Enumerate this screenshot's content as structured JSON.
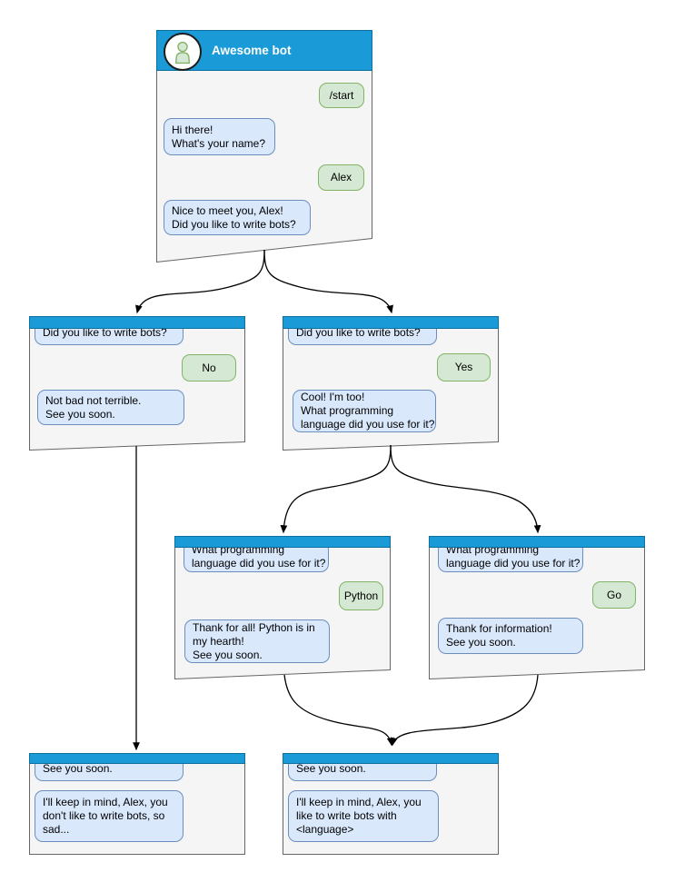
{
  "colors": {
    "header_blue": "#1A9AD6",
    "header_border": "#0C6F9D",
    "bot_bubble_fill": "#DAE8FC",
    "bot_bubble_border": "#6C8EBF",
    "user_bubble_fill": "#D5E8D4",
    "user_bubble_border": "#82B366",
    "window_fill": "#F5F5F5",
    "window_border": "#666666",
    "arrow": "#000000"
  },
  "main_window": {
    "title": "Awesome bot",
    "avatar_icon": "person-icon",
    "messages": [
      {
        "side": "user",
        "text": "/start"
      },
      {
        "side": "bot",
        "text": "Hi there!\nWhat's your name?"
      },
      {
        "side": "user",
        "text": "Alex"
      },
      {
        "side": "bot",
        "text": "Nice to meet you, Alex!\nDid you like to write bots?"
      }
    ]
  },
  "branch_no": {
    "messages": [
      {
        "side": "bot",
        "text": "Did you like to write bots?"
      },
      {
        "side": "user",
        "text": "No"
      },
      {
        "side": "bot",
        "text": "Not bad not terrible.\nSee you soon."
      }
    ]
  },
  "branch_yes": {
    "messages": [
      {
        "side": "bot",
        "text": "Did you like to write bots?"
      },
      {
        "side": "user",
        "text": "Yes"
      },
      {
        "side": "bot",
        "text": "Cool! I'm too!\nWhat programming\nlanguage did you use for it?"
      }
    ]
  },
  "branch_python": {
    "messages": [
      {
        "side": "bot",
        "text": "What programming\nlanguage did you use for it?"
      },
      {
        "side": "user",
        "text": "Python"
      },
      {
        "side": "bot",
        "text": "Thank for all! Python is in\nmy hearth!\nSee you soon."
      }
    ]
  },
  "branch_go": {
    "messages": [
      {
        "side": "bot",
        "text": "What programming\nlanguage did you use for it?"
      },
      {
        "side": "user",
        "text": "Go"
      },
      {
        "side": "bot",
        "text": "Thank for information!\nSee you soon."
      }
    ]
  },
  "final_no": {
    "messages": [
      {
        "side": "bot",
        "text": "See you soon."
      },
      {
        "side": "bot",
        "text": "I'll keep in mind, Alex, you\ndon't like to write bots, so\nsad..."
      }
    ]
  },
  "final_yes": {
    "messages": [
      {
        "side": "bot",
        "text": "See you soon."
      },
      {
        "side": "bot",
        "text": "I'll keep in mind, Alex, you\nlike to write bots with\n<language>"
      }
    ]
  }
}
